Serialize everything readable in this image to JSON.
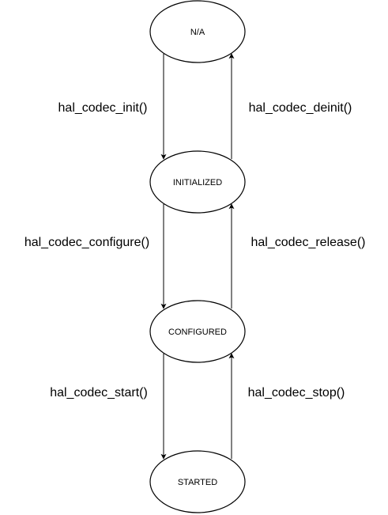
{
  "colors": {
    "stroke": "#000000",
    "fill": "#ffffff",
    "text": "#000000"
  },
  "states": {
    "na": "N/A",
    "initialized": "INITIALIZED",
    "configured": "CONFIGURED",
    "started": "STARTED"
  },
  "transitions": {
    "init": "hal_codec_init()",
    "deinit": "hal_codec_deinit()",
    "configure": "hal_codec_configure()",
    "release": "hal_codec_release()",
    "start": "hal_codec_start()",
    "stop": "hal_codec_stop()"
  }
}
